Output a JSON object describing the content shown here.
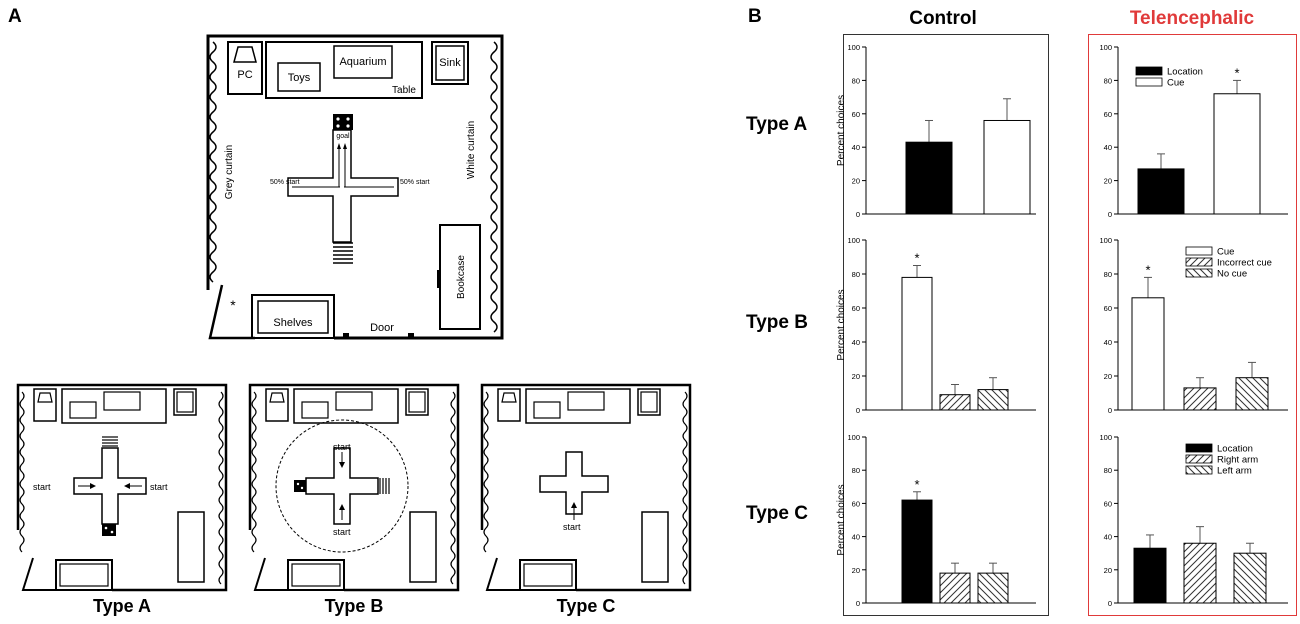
{
  "panel_a": {
    "letter": "A",
    "room_labels": {
      "pc": "PC",
      "toys": "Toys",
      "aquarium": "Aquarium",
      "table": "Table",
      "sink": "Sink",
      "grey_curtain": "Grey curtain",
      "white_curtain": "White curtain",
      "bookcase": "Bookcase",
      "shelves": "Shelves",
      "door": "Door",
      "goal": "goal",
      "start_left": "50% start",
      "start_right": "50% start",
      "star": "*"
    },
    "mini_labels": {
      "start": "start"
    },
    "type_captions": [
      "Type A",
      "Type B",
      "Type C"
    ]
  },
  "panel_b": {
    "letter": "B",
    "column_headers": [
      "Control",
      "Telencephalic"
    ],
    "row_labels": [
      "Type A",
      "Type B",
      "Type C"
    ],
    "header_colors": {
      "control": "#000000",
      "telencephalic": "#e03a3a"
    },
    "ylabel": "Percent choices"
  },
  "chart_data": [
    {
      "type": "bar",
      "id": "control-type-a",
      "categories": [
        "Location",
        "Cue"
      ],
      "values": [
        43,
        56
      ],
      "errors": [
        13,
        13
      ],
      "fills": [
        "black",
        "white"
      ],
      "ylabel": "Percent choices",
      "ylim": [
        0,
        100
      ],
      "yticks": [
        0,
        20,
        40,
        60,
        80,
        100
      ],
      "legend": [],
      "stars": []
    },
    {
      "type": "bar",
      "id": "telencephalic-type-a",
      "categories": [
        "Location",
        "Cue"
      ],
      "values": [
        27,
        72
      ],
      "errors": [
        9,
        8
      ],
      "fills": [
        "black",
        "white"
      ],
      "ylabel": "",
      "ylim": [
        0,
        100
      ],
      "yticks": [
        0,
        20,
        40,
        60,
        80,
        100
      ],
      "legend": [
        {
          "label": "Location",
          "fill": "black"
        },
        {
          "label": "Cue",
          "fill": "white"
        }
      ],
      "stars": [
        1
      ]
    },
    {
      "type": "bar",
      "id": "control-type-b",
      "categories": [
        "Cue",
        "Incorrect cue",
        "No cue"
      ],
      "values": [
        78,
        9,
        12
      ],
      "errors": [
        7,
        6,
        7
      ],
      "fills": [
        "white",
        "hatch-r",
        "hatch-l"
      ],
      "ylabel": "Percent choices",
      "ylim": [
        0,
        100
      ],
      "yticks": [
        0,
        20,
        40,
        60,
        80,
        100
      ],
      "legend": [],
      "stars": [
        0
      ]
    },
    {
      "type": "bar",
      "id": "telencephalic-type-b",
      "categories": [
        "Cue",
        "Incorrect cue",
        "No cue"
      ],
      "values": [
        66,
        13,
        19
      ],
      "errors": [
        12,
        6,
        9
      ],
      "fills": [
        "white",
        "hatch-r",
        "hatch-l"
      ],
      "ylabel": "",
      "ylim": [
        0,
        100
      ],
      "yticks": [
        0,
        20,
        40,
        60,
        80,
        100
      ],
      "legend": [
        {
          "label": "Cue",
          "fill": "white"
        },
        {
          "label": "Incorrect cue",
          "fill": "hatch-r"
        },
        {
          "label": "No cue",
          "fill": "hatch-l"
        }
      ],
      "stars": [
        0
      ]
    },
    {
      "type": "bar",
      "id": "control-type-c",
      "categories": [
        "Location",
        "Right arm",
        "Left arm"
      ],
      "values": [
        62,
        18,
        18
      ],
      "errors": [
        5,
        6,
        6
      ],
      "fills": [
        "black",
        "hatch-r",
        "hatch-l"
      ],
      "ylabel": "Percent choices",
      "ylim": [
        0,
        100
      ],
      "yticks": [
        0,
        20,
        40,
        60,
        80,
        100
      ],
      "legend": [],
      "stars": [
        0
      ]
    },
    {
      "type": "bar",
      "id": "telencephalic-type-c",
      "categories": [
        "Location",
        "Right arm",
        "Left arm"
      ],
      "values": [
        33,
        36,
        30
      ],
      "errors": [
        8,
        10,
        6
      ],
      "fills": [
        "black",
        "hatch-r",
        "hatch-l"
      ],
      "ylabel": "",
      "ylim": [
        0,
        100
      ],
      "yticks": [
        0,
        20,
        40,
        60,
        80,
        100
      ],
      "legend": [
        {
          "label": "Location",
          "fill": "black"
        },
        {
          "label": "Right arm",
          "fill": "hatch-r"
        },
        {
          "label": "Left arm",
          "fill": "hatch-l"
        }
      ],
      "stars": []
    }
  ]
}
